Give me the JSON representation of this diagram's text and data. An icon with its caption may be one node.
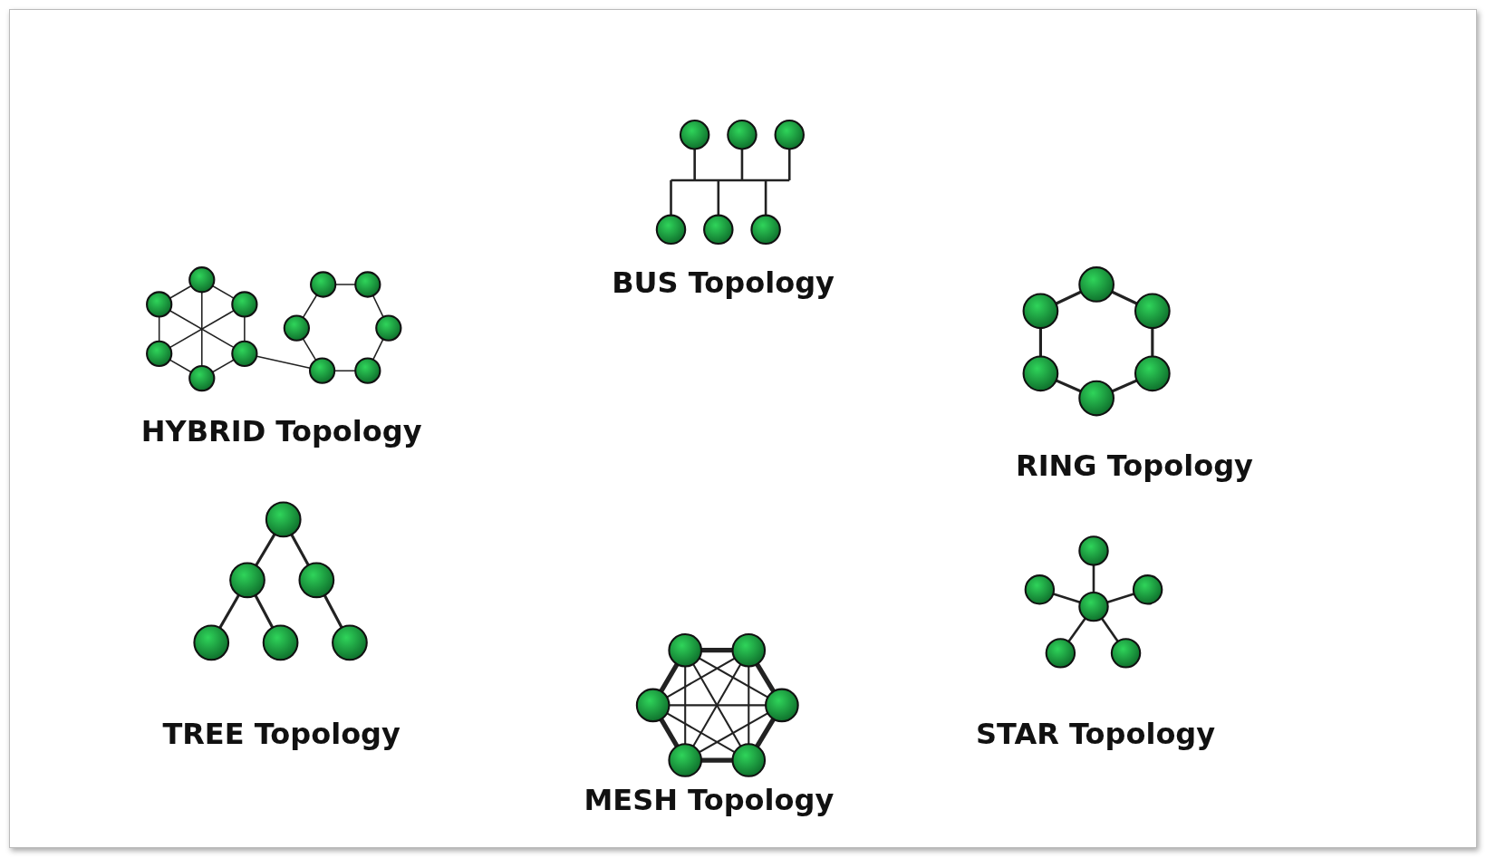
{
  "diagram": {
    "labels": [
      "BUS Topology",
      "HYBRID Topology",
      "RING Topology",
      "TREE Topology",
      "STAR Topology",
      "MESH Topology"
    ]
  }
}
